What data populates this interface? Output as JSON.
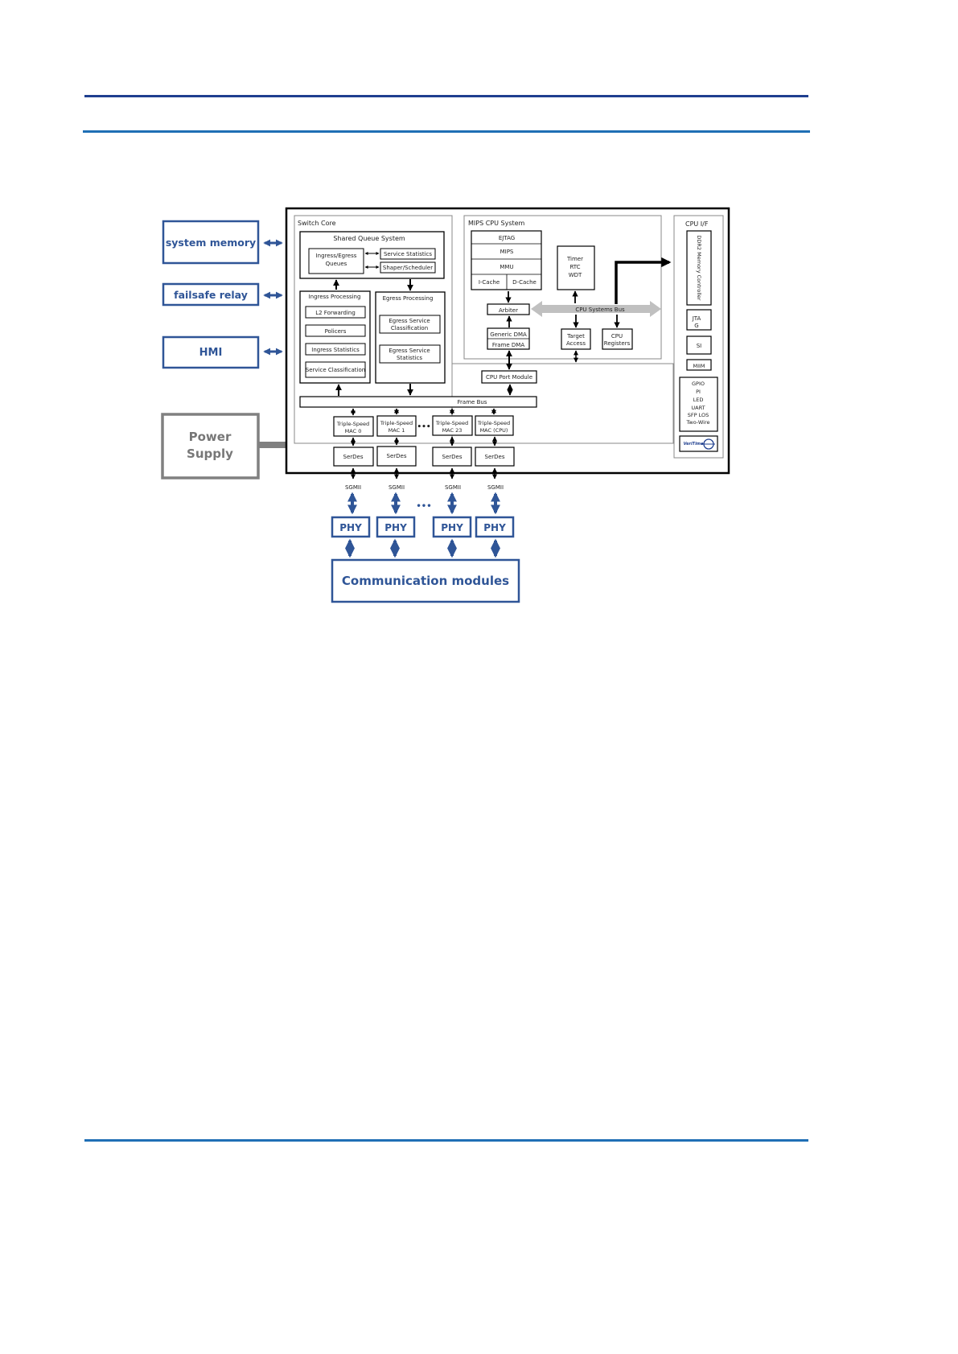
{
  "colors": {
    "header_rule_dark": "#1f3f8f",
    "header_rule_light": "#1f6fb5",
    "footer_rule": "#1f6fb5",
    "accent_blue": "#2f5597",
    "power_gray": "#808080",
    "bus_gray": "#c0c0c0"
  },
  "diagram": {
    "external": {
      "system_memory": "system memory",
      "failsafe_relay": "failsafe relay",
      "hmi": "HMI",
      "power_supply_line1": "Power",
      "power_supply_line2": "Supply"
    },
    "switch_core": {
      "title": "Switch Core",
      "shared_queue": {
        "title": "Shared Queue System",
        "ingress_egress_line1": "Ingress/Egress",
        "ingress_egress_line2": "Queues",
        "service_statistics": "Service Statistics",
        "shaper_scheduler": "Shaper/Scheduler"
      },
      "ingress": {
        "title": "Ingress Processing",
        "l2_forwarding": "L2 Forwarding",
        "policers": "Policers",
        "ingress_statistics": "Ingress Statistics",
        "service_classification": "Service Classification"
      },
      "egress": {
        "title": "Egress Processing",
        "esc_line1": "Egress Service",
        "esc_line2": "Classification",
        "ess_line1": "Egress Service",
        "ess_line2": "Statistics"
      },
      "frame_bus": "Frame Bus",
      "cpu_port_module": "CPU Port Module",
      "macs": [
        {
          "line1": "Triple-Speed",
          "line2": "MAC 0"
        },
        {
          "line1": "Triple-Speed",
          "line2": "MAC 1"
        },
        {
          "line1": "Triple-Speed",
          "line2": "MAC 23"
        },
        {
          "line1": "Triple-Speed",
          "line2": "MAC (CPU)"
        }
      ],
      "serdes": [
        "SerDes",
        "SerDes",
        "SerDes",
        "SerDes"
      ],
      "ellipsis": "•••"
    },
    "mips": {
      "title": "MIPS CPU System",
      "ejtag": "EJTAG",
      "mips": "MIPS",
      "mmu": "MMU",
      "icache": "I-Cache",
      "dcache": "D-Cache",
      "timer_line1": "Timer",
      "timer_line2": "RTC",
      "timer_line3": "WDT",
      "arbiter": "Arbiter",
      "cpu_systems_bus": "CPU Systems Bus",
      "generic_dma": "Generic DMA",
      "frame_dma": "Frame DMA",
      "target_line1": "Target",
      "target_line2": "Access",
      "cpu_reg_line1": "CPU",
      "cpu_reg_line2": "Registers"
    },
    "cpu_if": {
      "title": "CPU I/F",
      "ddr2": "DDR2 Memory Controller",
      "jtag_line1": "JTA",
      "jtag_line2": "G",
      "si": "SI",
      "miim": "MIIM",
      "gpio": [
        "GPIO",
        "PI",
        "LED",
        "UART",
        "SFP LOS",
        "Two-Wire"
      ],
      "vendor_logo": "VeriTime"
    },
    "sgmii": [
      "SGMII",
      "SGMII",
      "SGMII",
      "SGMII"
    ],
    "phys": [
      "PHY",
      "PHY",
      "PHY",
      "PHY"
    ],
    "phy_ellipsis": "•••",
    "communication_modules": "Communication modules"
  }
}
